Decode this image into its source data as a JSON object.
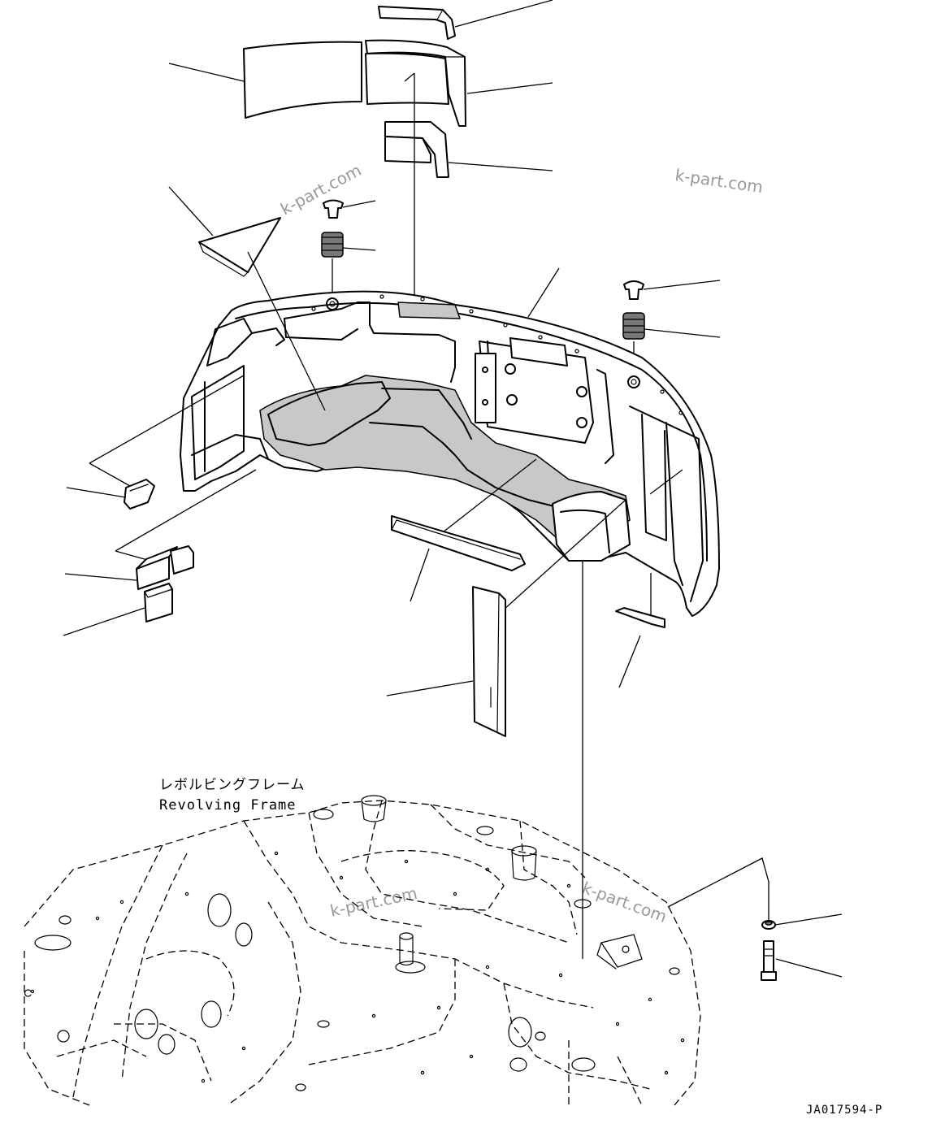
{
  "frame_label": {
    "japanese": "レボルビングフレーム",
    "english": "Revolving Frame"
  },
  "drawing_code": "JA017594-P",
  "watermarks": [
    "k-part.com",
    "k-part.com",
    "k-part.com",
    "k-part.com"
  ],
  "colors": {
    "line": "#000000",
    "shade": "#c8c8c8",
    "watermark": "#9a9a9a"
  }
}
